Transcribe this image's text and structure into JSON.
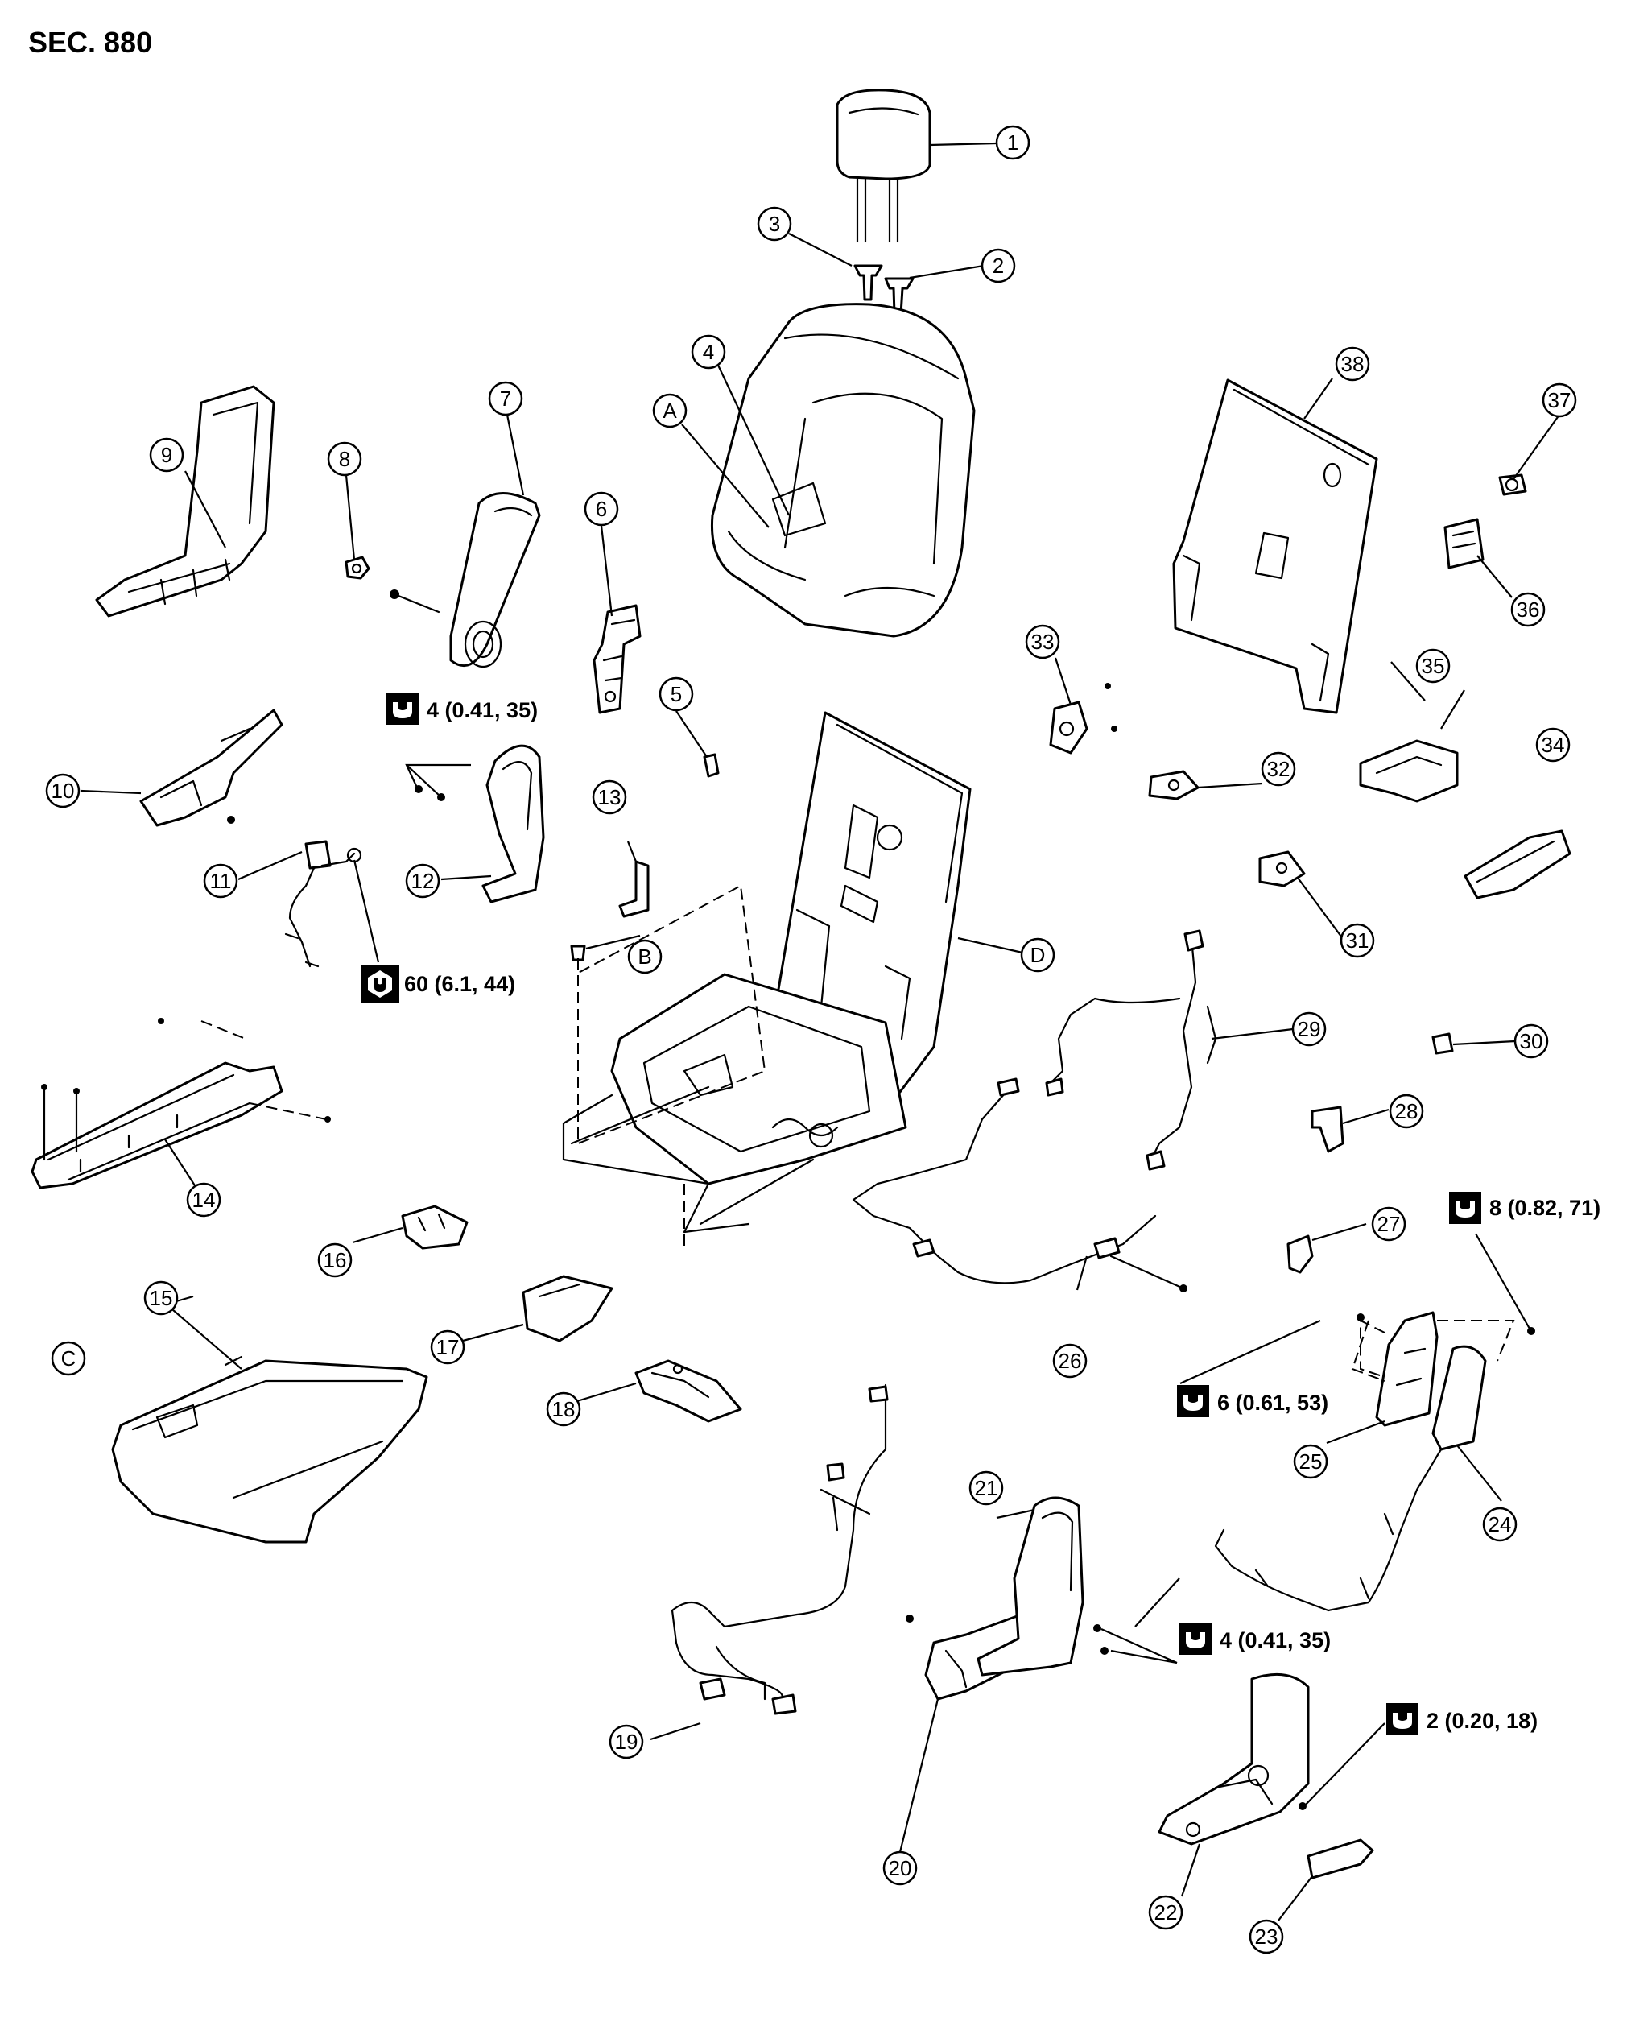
{
  "section_label": "SEC. 880",
  "callouts": {
    "c1": "1",
    "c2": "2",
    "c3": "3",
    "c4": "4",
    "c5": "5",
    "c6": "6",
    "c7": "7",
    "c8": "8",
    "c9": "9",
    "c10": "10",
    "c11": "11",
    "c12": "12",
    "c13": "13",
    "c14": "14",
    "c15": "15",
    "c16": "16",
    "c17": "17",
    "c18": "18",
    "c19": "19",
    "c20": "20",
    "c21": "21",
    "c22": "22",
    "c23": "23",
    "c24": "24",
    "c25": "25",
    "c26": "26",
    "c27": "27",
    "c28": "28",
    "c29": "29",
    "c30": "30",
    "c31": "31",
    "c32": "32",
    "c33": "33",
    "c34": "34",
    "c35": "35",
    "c36": "36",
    "c37": "37",
    "c38": "38",
    "cA": "A",
    "cB": "B",
    "cC": "C",
    "cD": "D"
  },
  "torque_specs": {
    "t_12": "4 (0.41, 35)",
    "t_11": "60 (6.1, 44)",
    "t_24": "8 (0.82, 71)",
    "t_25": "6 (0.61, 53)",
    "t_21": "4 (0.41, 35)",
    "t_22": "2 (0.20, 18)"
  },
  "icons": {
    "torque_wrench": "torque-wrench-icon",
    "torque_nut": "torque-nut-icon"
  }
}
